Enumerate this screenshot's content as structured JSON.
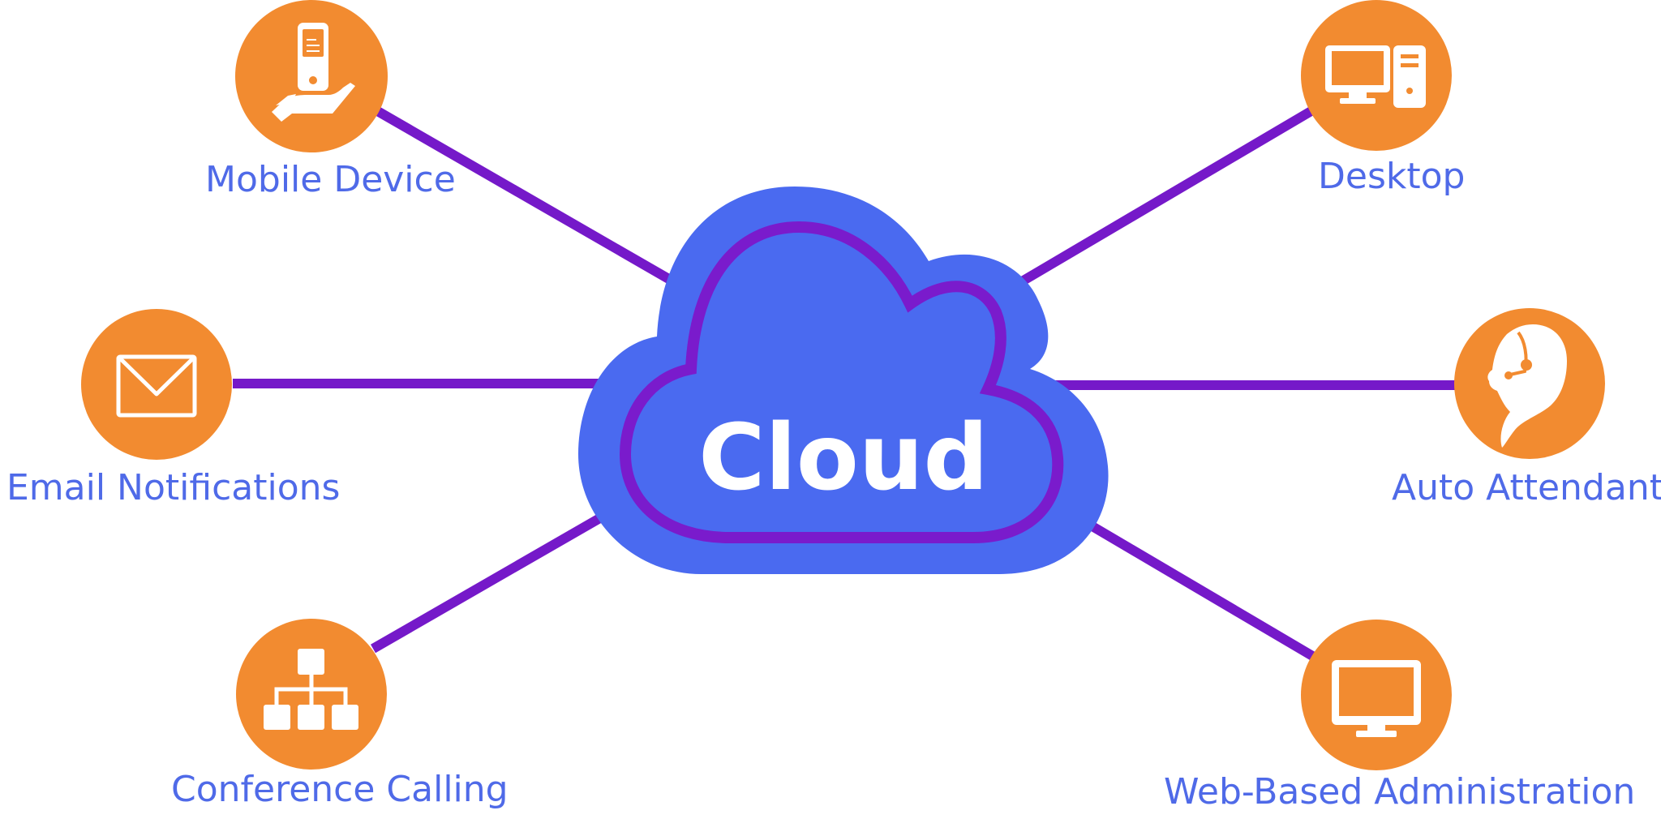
{
  "colors": {
    "node_fill": "#f28b30",
    "connector": "#7519c9",
    "cloud_fill": "#4a6af0",
    "cloud_outline": "#7a1bcc",
    "label_text": "#4f6ae8",
    "cloud_text": "#ffffff"
  },
  "center": {
    "label": "Cloud"
  },
  "nodes": [
    {
      "id": "mobile-device",
      "label": "Mobile Device",
      "icon": "mobile-phone-in-hand-icon"
    },
    {
      "id": "email-notifications",
      "label": "Email Notifications",
      "icon": "envelope-icon"
    },
    {
      "id": "conference-calling",
      "label": "Conference Calling",
      "icon": "org-chart-icon"
    },
    {
      "id": "desktop",
      "label": "Desktop",
      "icon": "desktop-computer-icon"
    },
    {
      "id": "auto-attendant",
      "label": "Auto Attendant",
      "icon": "headset-operator-icon"
    },
    {
      "id": "web-based-administration",
      "label": "Web-Based Administration",
      "icon": "monitor-icon"
    }
  ]
}
